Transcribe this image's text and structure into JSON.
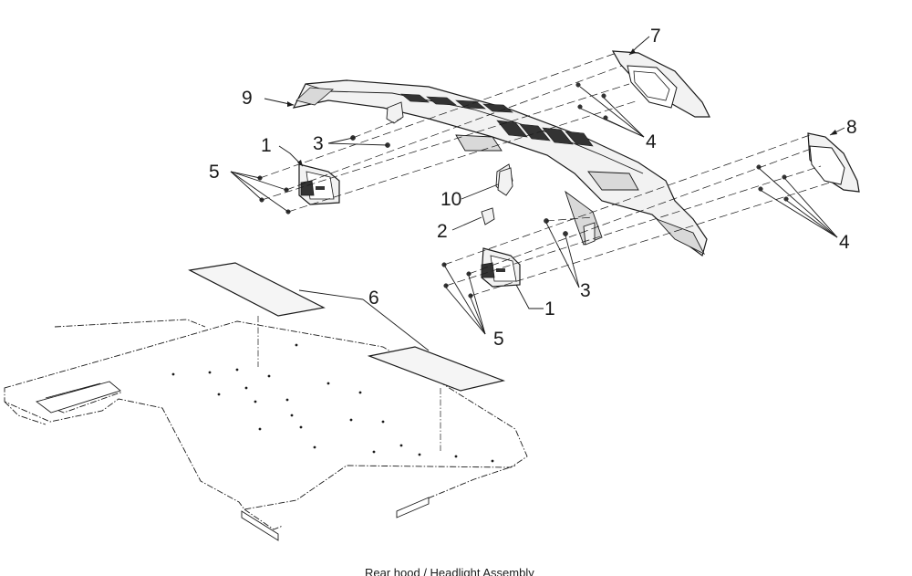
{
  "diagram": {
    "callouts": {
      "c1a": "1",
      "c1b": "1",
      "c2": "2",
      "c3a": "3",
      "c3b": "3",
      "c4a": "4",
      "c4b": "4",
      "c5a": "5",
      "c5b": "5",
      "c6": "6",
      "c7": "7",
      "c8": "8",
      "c9": "9",
      "c10": "10"
    },
    "caption": "Rear hood / Headlight Assembly"
  },
  "colors": {
    "line": "#1a1a1a",
    "hood_fill": "#f2f2f2",
    "hood_shade": "#d9d9d9",
    "dark": "#333333",
    "mat_fill": "#f5f5f5"
  }
}
